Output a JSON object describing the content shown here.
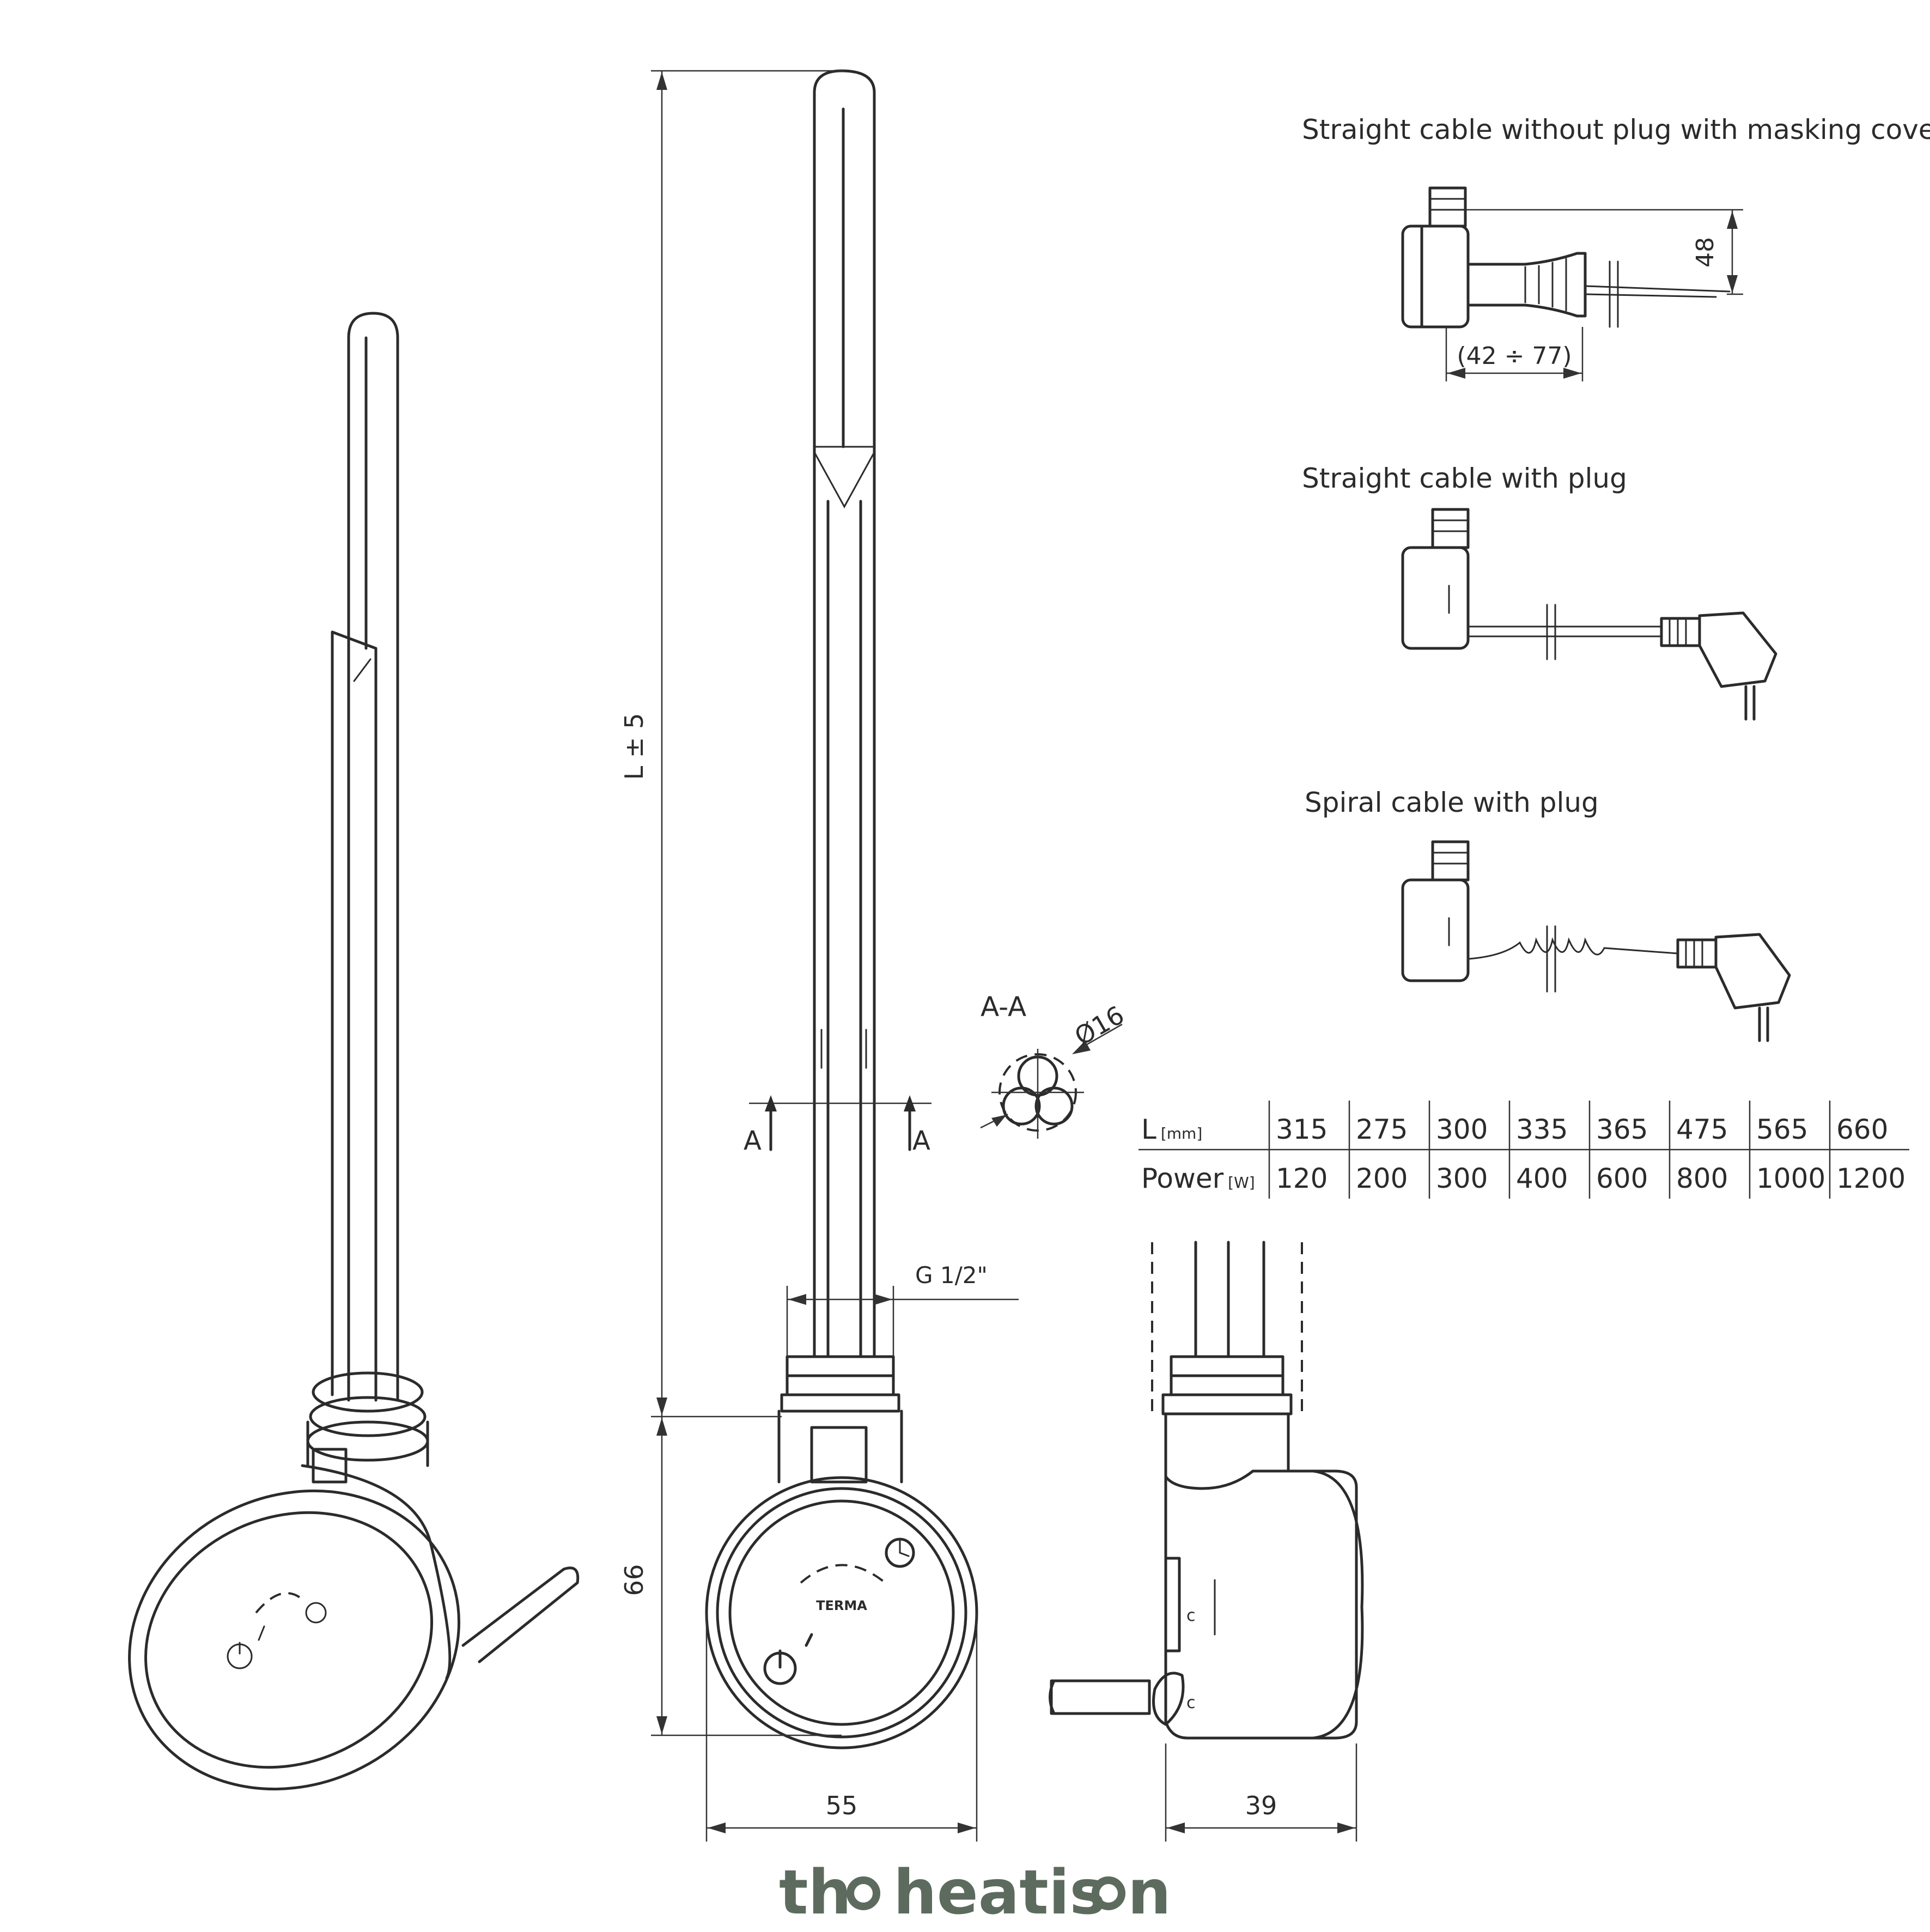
{
  "variants": {
    "masking_cover": {
      "title": "Straight cable without plug with masking cover",
      "dim_height": "48",
      "dim_range": "(42 ÷ 77)"
    },
    "straight_plug": {
      "title": "Straight cable with plug"
    },
    "spiral_plug": {
      "title": "Spiral cable with plug"
    }
  },
  "section": {
    "label": "A-A",
    "diameter": "Ø16",
    "marker_left": "A",
    "marker_right": "A"
  },
  "dimensions": {
    "length": "L ± 5",
    "thread": "G 1/2\"",
    "body_height": "66",
    "body_width": "55",
    "body_depth": "39"
  },
  "device": {
    "logo_text": "TERMA"
  },
  "spec_table": {
    "row_l_label": "L",
    "row_l_unit": "[mm]",
    "row_p_label": "Power",
    "row_p_unit": "[W]",
    "lengths": [
      "315",
      "275",
      "300",
      "335",
      "365",
      "475",
      "565",
      "660"
    ],
    "powers": [
      "120",
      "200",
      "300",
      "400",
      "600",
      "800",
      "1000",
      "1200"
    ]
  },
  "brand": {
    "word1": "th",
    "word2": "heat",
    "word3": "is",
    "word4": "n",
    "color": "#5c6b5e"
  }
}
